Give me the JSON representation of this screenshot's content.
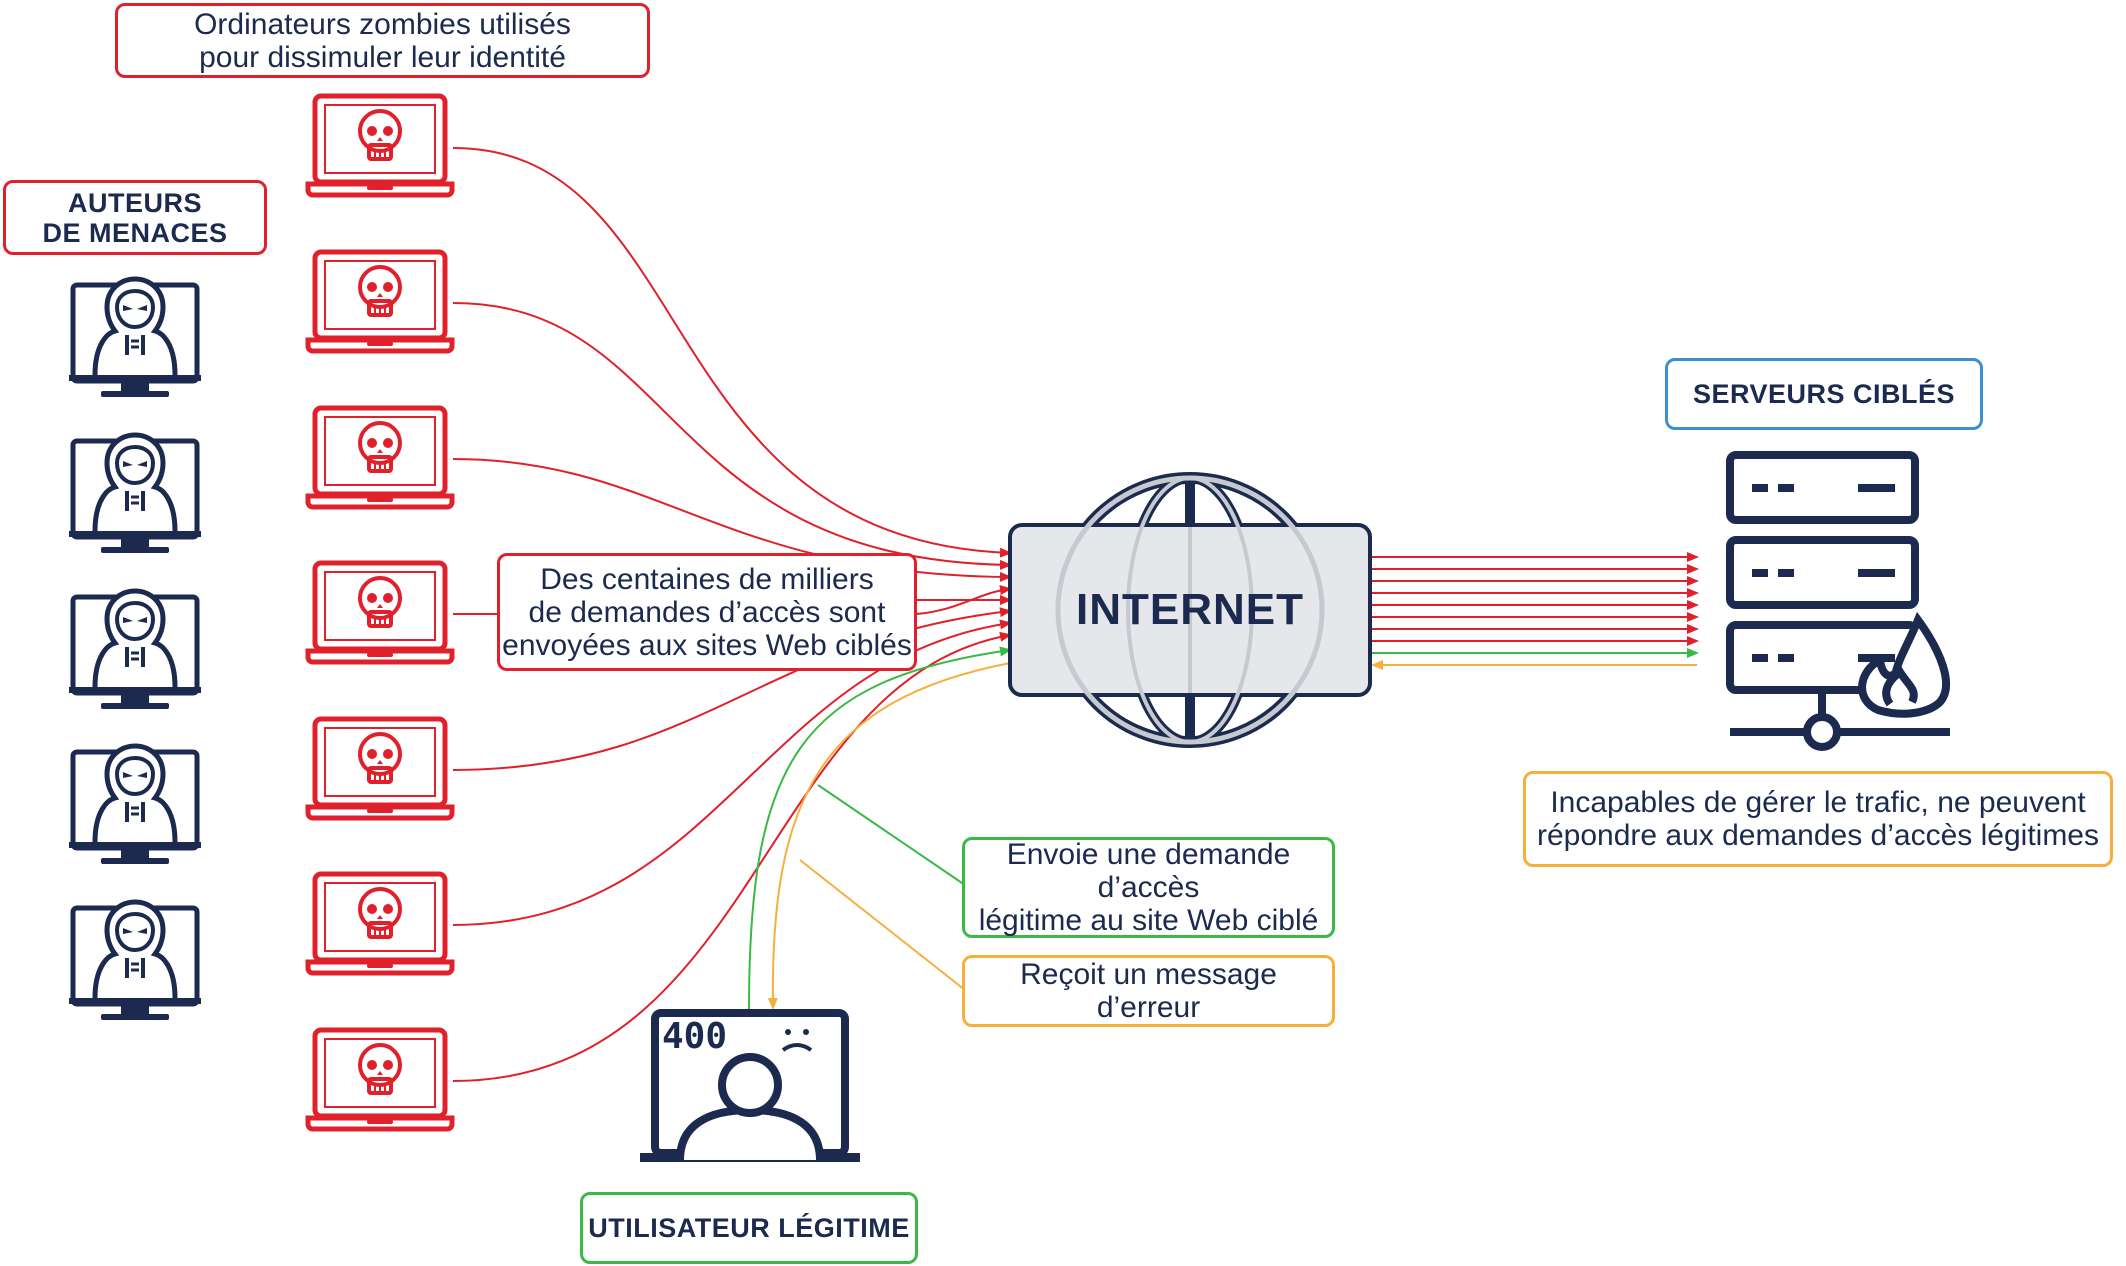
{
  "labels": {
    "zombies": [
      "Ordinateurs zombies utilisés",
      "pour dissimuler leur identité"
    ],
    "threat_actors": [
      "AUTEURS",
      "DE MENACES"
    ],
    "requests": [
      "Des centaines de milliers",
      "de demandes d’accès sont",
      "envoyées aux sites Web ciblés"
    ],
    "internet": "INTERNET",
    "target_servers": "SERVEURS CIBLÉS",
    "server_overload": [
      "Incapables de gérer le trafic, ne peuvent",
      "répondre aux demandes d’accès légitimes"
    ],
    "legit_request": [
      "Envoie une demande d’accès",
      "légitime au site Web ciblé"
    ],
    "error_message": "Reçoit un message d’erreur",
    "legit_user": "UTILISATEUR LÉGITIME",
    "error_code": "400"
  },
  "colors": {
    "attack": "#e0202b",
    "legit_request": "#3cb846",
    "error_response": "#f5b03c",
    "servers_box": "#3a8fd0",
    "navy": "#1b2a4e",
    "internet_fill": "#e6e7ea"
  },
  "icons": {
    "hacker": "hooded-hacker-monitor-icon",
    "zombie": "skull-laptop-icon",
    "globe": "globe-icon",
    "server": "server-rack-fire-icon",
    "user": "sad-user-laptop-icon"
  }
}
